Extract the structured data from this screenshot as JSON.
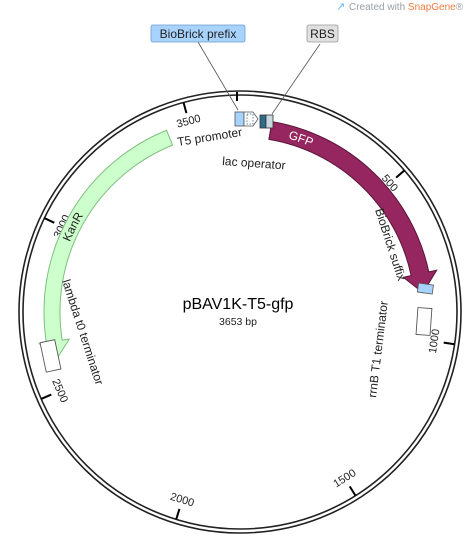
{
  "watermark": {
    "prefix": "Created with ",
    "brand": "SnapGene",
    "mark": "®"
  },
  "plasmid": {
    "name": "pBAV1K-T5-gfp",
    "length_label": "3653 bp",
    "length_bp": 3653
  },
  "ticks": [
    {
      "bp": 500,
      "label": "500"
    },
    {
      "bp": 1000,
      "label": "1000"
    },
    {
      "bp": 1500,
      "label": "1500"
    },
    {
      "bp": 2000,
      "label": "2000"
    },
    {
      "bp": 2500,
      "label": "2500"
    },
    {
      "bp": 3000,
      "label": "3000"
    },
    {
      "bp": 3500,
      "label": "3500"
    }
  ],
  "features": {
    "kanr": {
      "label": "KanR",
      "color": "#ccffcc",
      "stroke": "#7fbf7f"
    },
    "gfp": {
      "label": "GFP",
      "color": "#96265f",
      "text_color": "#ffffff"
    },
    "t5_promoter": {
      "label": "T5 promoter",
      "color": "#ffffff"
    },
    "lac_operator": {
      "label": "lac operator",
      "color": "#2e6b8a"
    },
    "rbs": {
      "label": "RBS",
      "color": "#e8e8e8"
    },
    "biobrick_prefix": {
      "label": "BioBrick prefix",
      "color": "#a9d3ff"
    },
    "biobrick_suffix": {
      "label": "BioBrick suffix",
      "color": "#a9d3ff"
    },
    "rrnb_t1": {
      "label": "rrnB T1 terminator",
      "color": "#ffffff"
    },
    "lambda_t0": {
      "label": "lambda t0 terminator",
      "color": "#ffffff"
    }
  },
  "colors": {
    "backbone": "#222222",
    "callout_prefix_bg": "#a9d3ff",
    "callout_rbs_bg": "#e0e0e0"
  }
}
